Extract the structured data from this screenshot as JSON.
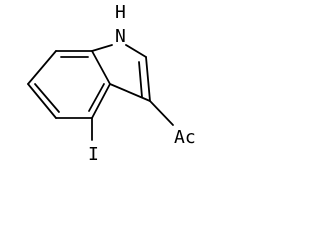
{
  "molecule": {
    "labels": {
      "nh": "N",
      "h": "H",
      "acetyl": "Ac",
      "iodo": "I"
    }
  }
}
